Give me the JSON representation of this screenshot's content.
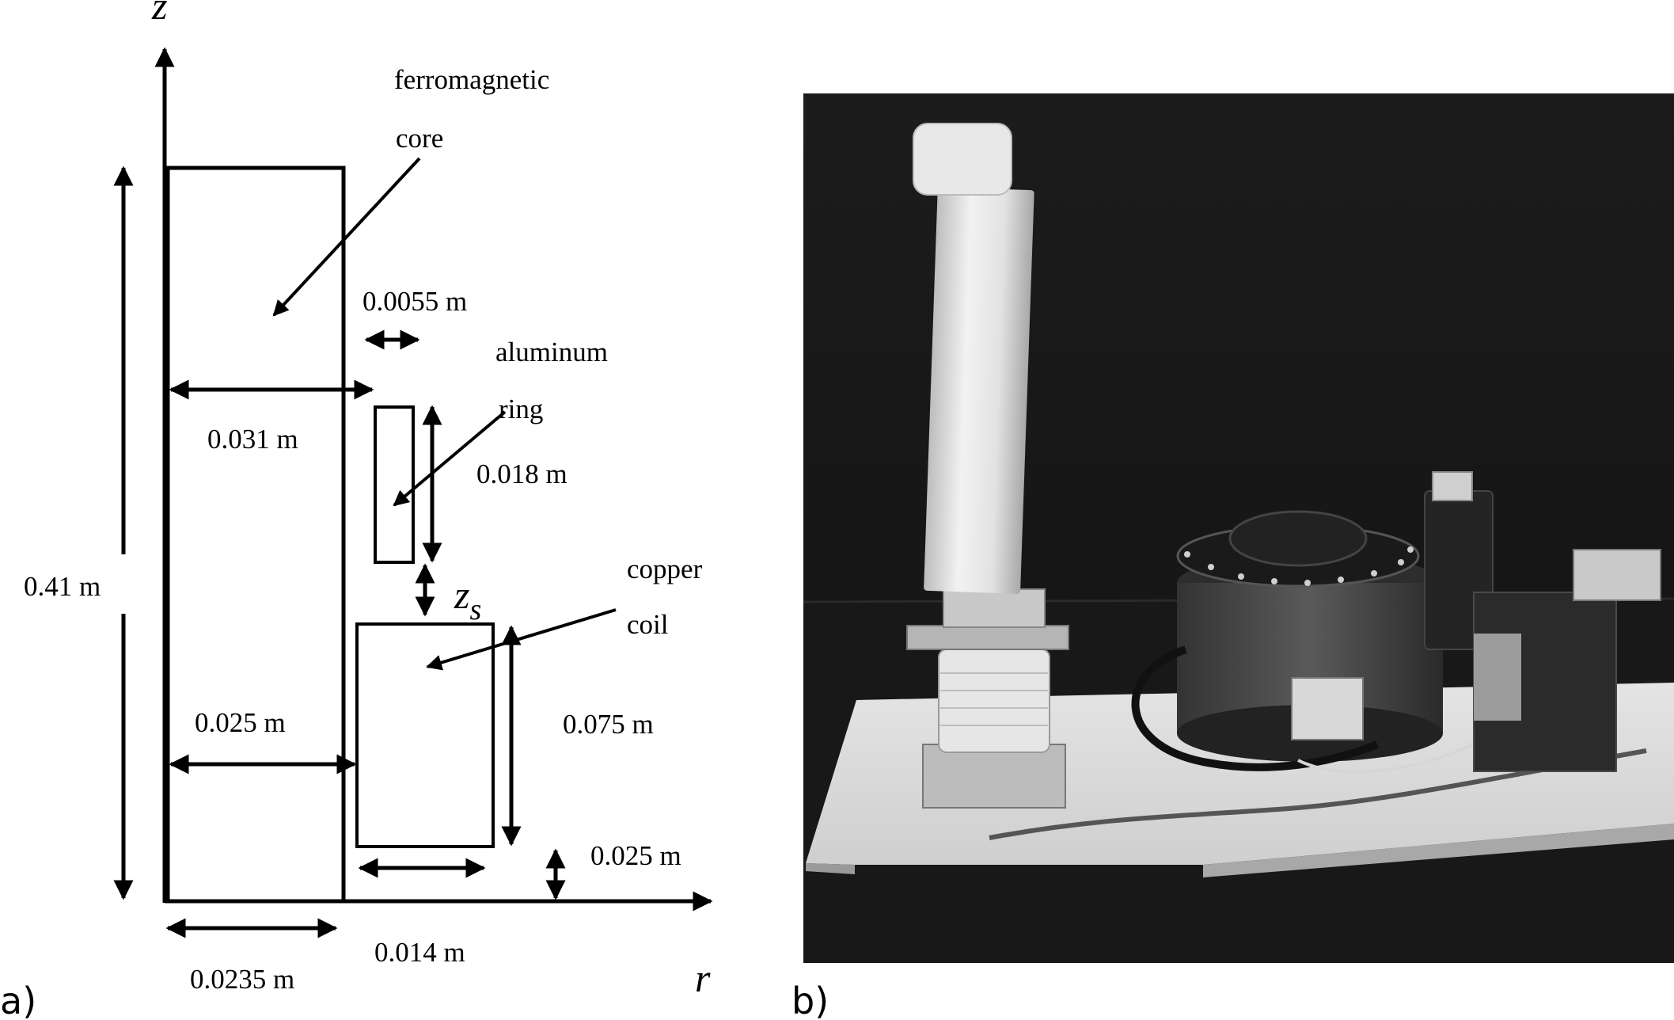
{
  "panel_a": {
    "label": "a)",
    "axes": {
      "z": "z",
      "r": "r"
    },
    "components": {
      "core": "ferromagnetic core",
      "core_line1": "ferromagnetic",
      "core_line2": "core",
      "ring_line1": "aluminum",
      "ring_line2": "ring",
      "coil_line1": "copper",
      "coil_line2": "coil"
    },
    "dimensions": {
      "core_height": "0.41 m",
      "core_width_top": "0.031 m",
      "core_radius": "0.0235 m",
      "gap": "0.0055 m",
      "ring_height": "0.018 m",
      "coil_inner": "0.025 m",
      "coil_height": "0.075 m",
      "coil_width": "0.014 m",
      "coil_offset": "0.025 m",
      "z_s": "z"
    },
    "z_s_subscript": "s"
  },
  "panel_b": {
    "label": "b)",
    "description_icon": "apparatus-photo"
  }
}
